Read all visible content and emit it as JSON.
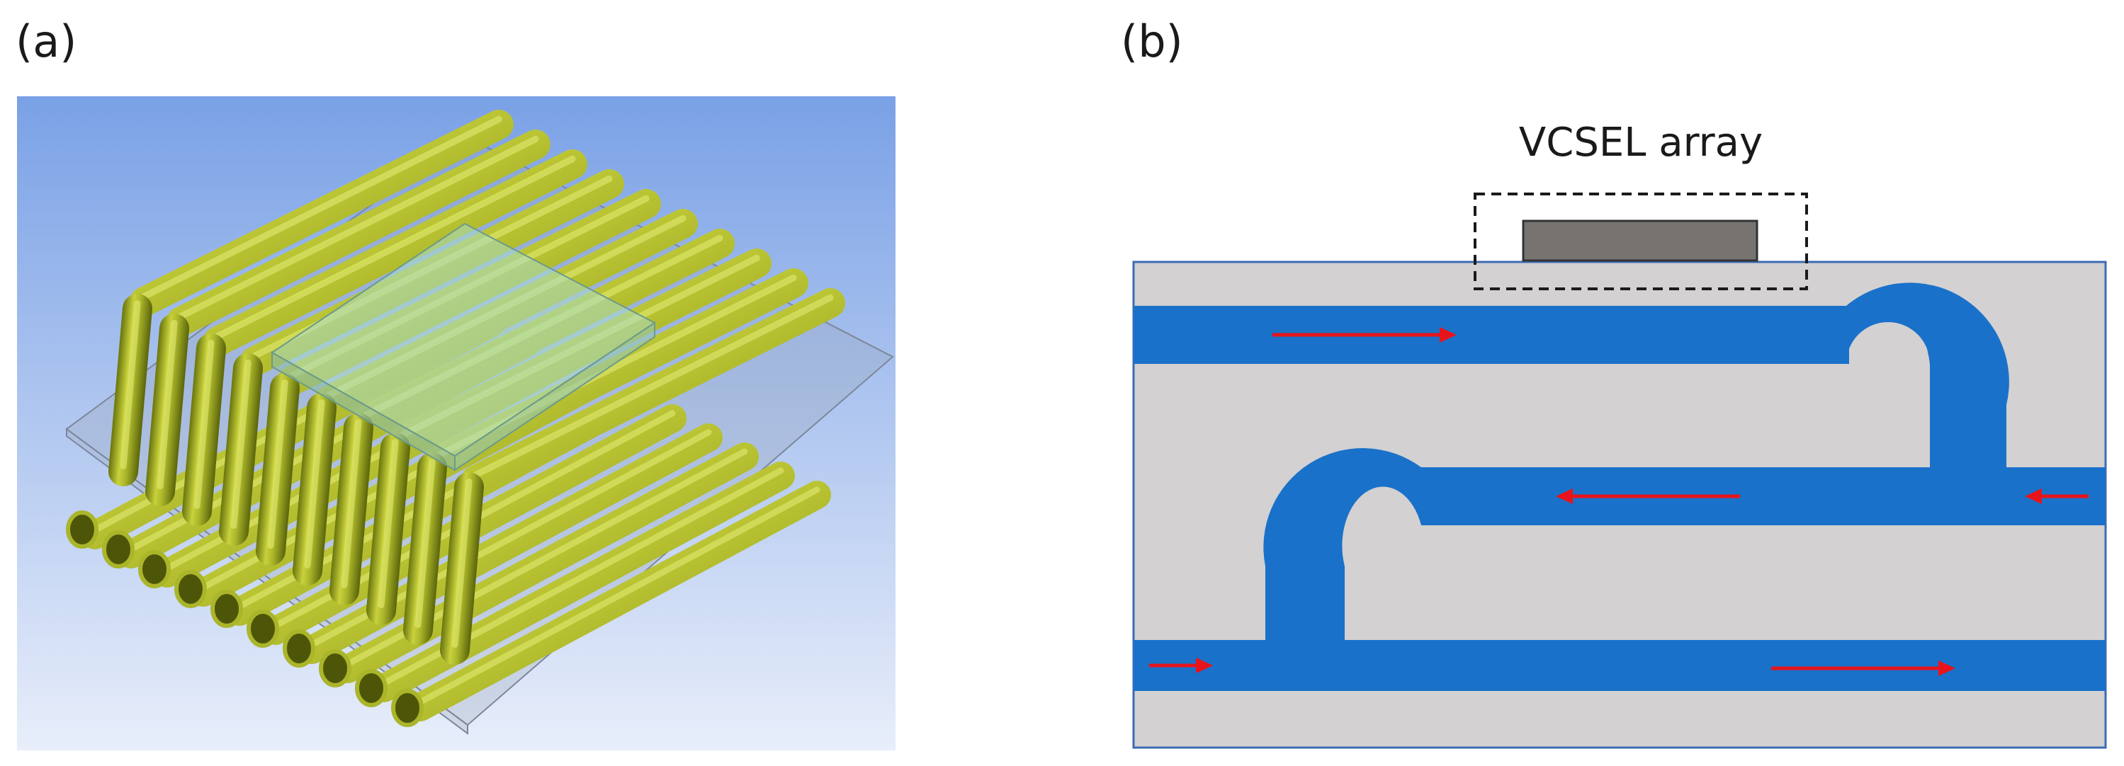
{
  "panel_a": {
    "label": "(a)",
    "pipe_count_top": 10,
    "pipe_count_bottom": 10,
    "colors": {
      "sky_top": "#7aa1e6",
      "sky_bottom": "#e6eefa",
      "pipe": "#b8c42c",
      "pipe_dark": "#6f7a10",
      "housing": "#9aa6bb",
      "chip": "#a8d8c0"
    }
  },
  "panel_b": {
    "label": "(b)",
    "vcsel_label": "VCSEL array",
    "colors": {
      "substrate": "#d3d1d2",
      "channel": "#1a71c9",
      "chip": "#777370",
      "arrow": "#e8141b",
      "outline": "#3d6bb3"
    }
  }
}
